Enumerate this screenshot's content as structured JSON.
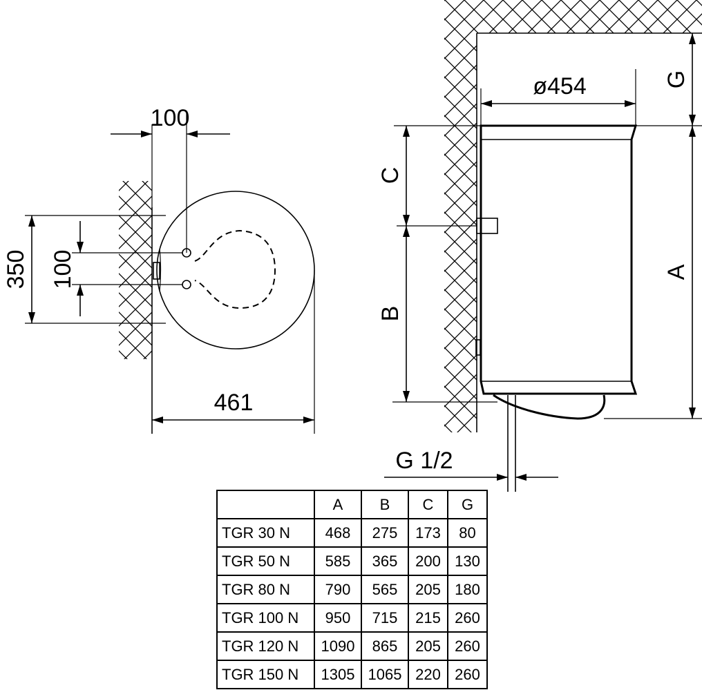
{
  "top_view": {
    "dim_offset": "100",
    "dim_height": "350",
    "dim_pipe_spacing": "100",
    "dim_depth": "461"
  },
  "side_view": {
    "dim_diameter": "ø454",
    "dim_g": "G",
    "dim_c": "C",
    "dim_b": "B",
    "dim_a": "A",
    "pipe_thread": "G 1/2"
  },
  "table": {
    "headers": [
      "",
      "A",
      "B",
      "C",
      "G"
    ],
    "rows": [
      [
        "TGR 30 N",
        "468",
        "275",
        "173",
        "80"
      ],
      [
        "TGR 50 N",
        "585",
        "365",
        "200",
        "130"
      ],
      [
        "TGR 80 N",
        "790",
        "565",
        "205",
        "180"
      ],
      [
        "TGR 100 N",
        "950",
        "715",
        "215",
        "260"
      ],
      [
        "TGR 120 N",
        "1090",
        "865",
        "205",
        "260"
      ],
      [
        "TGR 150 N",
        "1305",
        "1065",
        "220",
        "260"
      ]
    ]
  }
}
